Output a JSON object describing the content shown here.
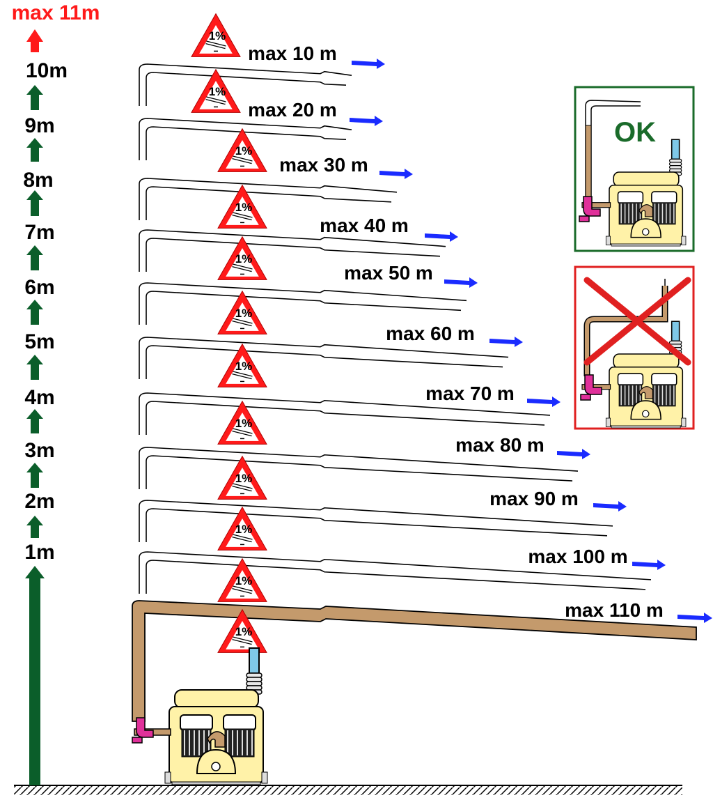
{
  "height_scale": {
    "max_label": "max 11m",
    "labels": [
      "10m",
      "9m",
      "8m",
      "7m",
      "6m",
      "5m",
      "4m",
      "3m",
      "2m",
      "1m"
    ]
  },
  "slope_sign": {
    "percent": "1%",
    "colors": {
      "border": "#ff1a1a",
      "fill": "#ffffff"
    }
  },
  "pipe_runs": [
    {
      "height_m": 10,
      "length_label": "max 10 m",
      "length_m": 10
    },
    {
      "height_m": 9,
      "length_label": "max 20 m",
      "length_m": 20
    },
    {
      "height_m": 8,
      "length_label": "max 30 m",
      "length_m": 30
    },
    {
      "height_m": 7,
      "length_label": "max 40 m",
      "length_m": 40
    },
    {
      "height_m": 6,
      "length_label": "max 50 m",
      "length_m": 50
    },
    {
      "height_m": 5,
      "length_label": "max 60 m",
      "length_m": 60
    },
    {
      "height_m": 4,
      "length_label": "max 70 m",
      "length_m": 70
    },
    {
      "height_m": 3,
      "length_label": "max 80 m",
      "length_m": 80
    },
    {
      "height_m": 2,
      "length_label": "max 90 m",
      "length_m": 90
    },
    {
      "height_m": 1,
      "length_label": "max 100 m",
      "length_m": 100
    },
    {
      "height_m": 0,
      "length_label": "max 110 m",
      "length_m": 110
    }
  ],
  "panels": {
    "ok": {
      "label": "OK",
      "color": "#1a6b2a"
    },
    "wrong": {
      "color": "#e02020"
    }
  },
  "colors": {
    "arrow_green": "#0b5e2a",
    "arrow_red": "#ff1a1a",
    "flow_arrow": "#1a2bff",
    "pipe_tan": "#c49a6c",
    "pump_yellow": "#fff2a8",
    "elbow_magenta": "#e0309a",
    "vent_blue": "#7fc8e8"
  }
}
